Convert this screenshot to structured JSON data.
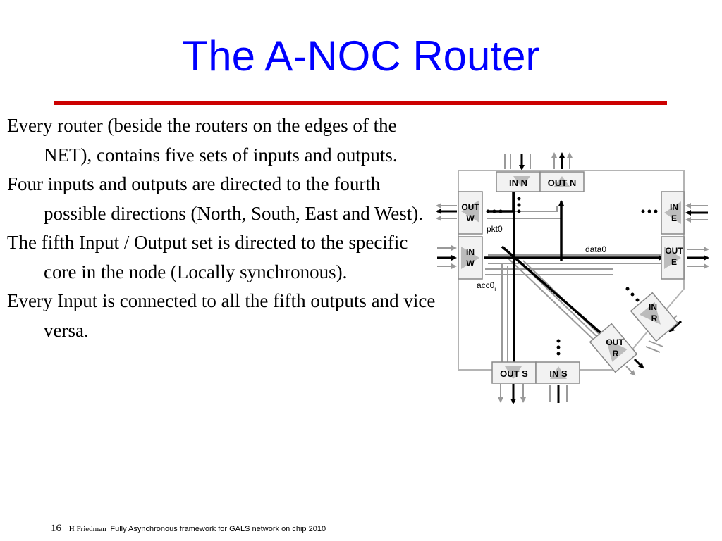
{
  "slide": {
    "title": "The A-NOC Router",
    "bullets": [
      "Every router (beside the routers on the edges of the NET), contains five sets of inputs and outputs.",
      "Four inputs and outputs are directed to the fourth possible directions (North, South, East and West).",
      "The fifth Input / Output set is directed to the specific core in the node (Locally synchronous).",
      "Every Input is connected to all the fifth outputs and vice versa."
    ]
  },
  "diagram": {
    "ports": {
      "in_n": "IN N",
      "out_n": "OUT N",
      "out_w_1": "OUT",
      "out_w_2": "W",
      "in_w_1": "IN",
      "in_w_2": "W",
      "in_e_1": "IN",
      "in_e_2": "E",
      "out_e_1": "OUT",
      "out_e_2": "E",
      "in_r_1": "IN",
      "in_r_2": "R",
      "out_r_1": "OUT",
      "out_r_2": "R",
      "out_s": "OUT S",
      "in_s": "IN S"
    },
    "signals": {
      "pkt": "pkt0",
      "pkt_sub": "i",
      "data": "data0",
      "acc": "acc0",
      "acc_sub": "i"
    },
    "colors": {
      "wire_dark": "#000000",
      "wire_gray": "#9a9a9a",
      "frame": "#b4b4b4",
      "port_fill": "#f2f2f2"
    }
  },
  "footer": {
    "page_number": "16",
    "author": "H Friedman",
    "caption": "Fully Asynchronous framework for GALS network on chip 2010"
  }
}
